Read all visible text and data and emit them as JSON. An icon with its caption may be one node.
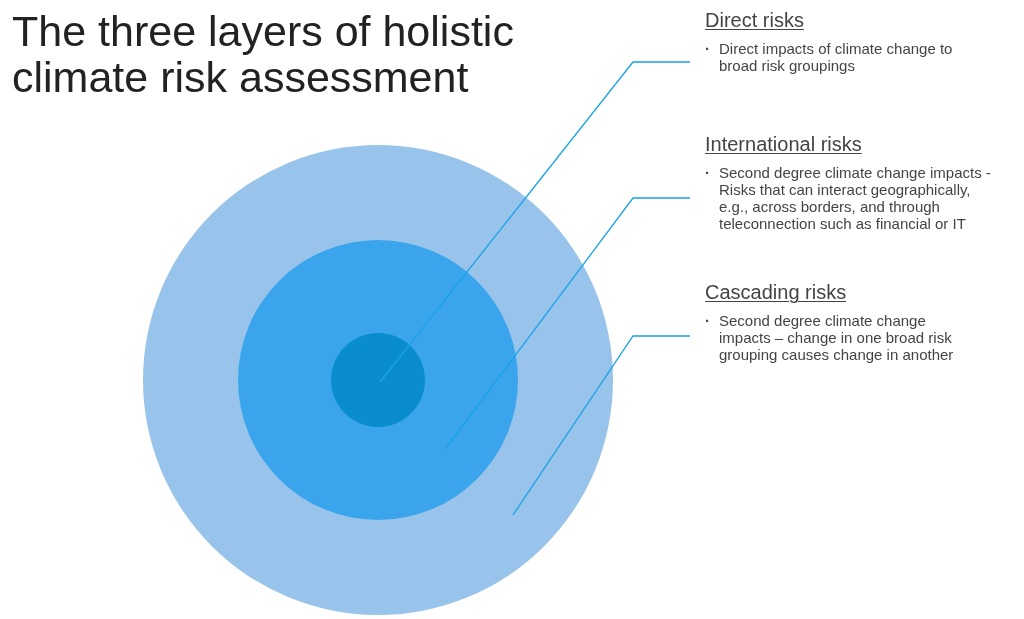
{
  "diagram": {
    "title": "The three layers of holistic climate risk assessment",
    "nodes": [
      {
        "text": [],
        "shape": "circle"
      },
      {
        "text": [],
        "shape": "circle",
        "in": 0
      },
      {
        "text": [],
        "shape": "circle",
        "in": 1
      },
      {
        "text": [
          "Direct risks",
          "·",
          "Direct impacts of climate change to broad risk groupings"
        ]
      },
      {
        "text": [
          "International risks",
          "·",
          "Second degree climate change impacts - Risks that can interact geographically, e.g., across borders, and through teleconnection such as financial or IT"
        ]
      },
      {
        "text": [
          "Cascading risks",
          "·",
          "Second degree climate change impacts – change in one broad risk grouping causes change in another"
        ]
      }
    ],
    "edges": [
      {
        "from": 3,
        "to": 2,
        "arrow": "none"
      },
      {
        "from": 4,
        "to": 1,
        "arrow": "none"
      },
      {
        "from": 5,
        "to": 0,
        "arrow": "none"
      }
    ]
  }
}
